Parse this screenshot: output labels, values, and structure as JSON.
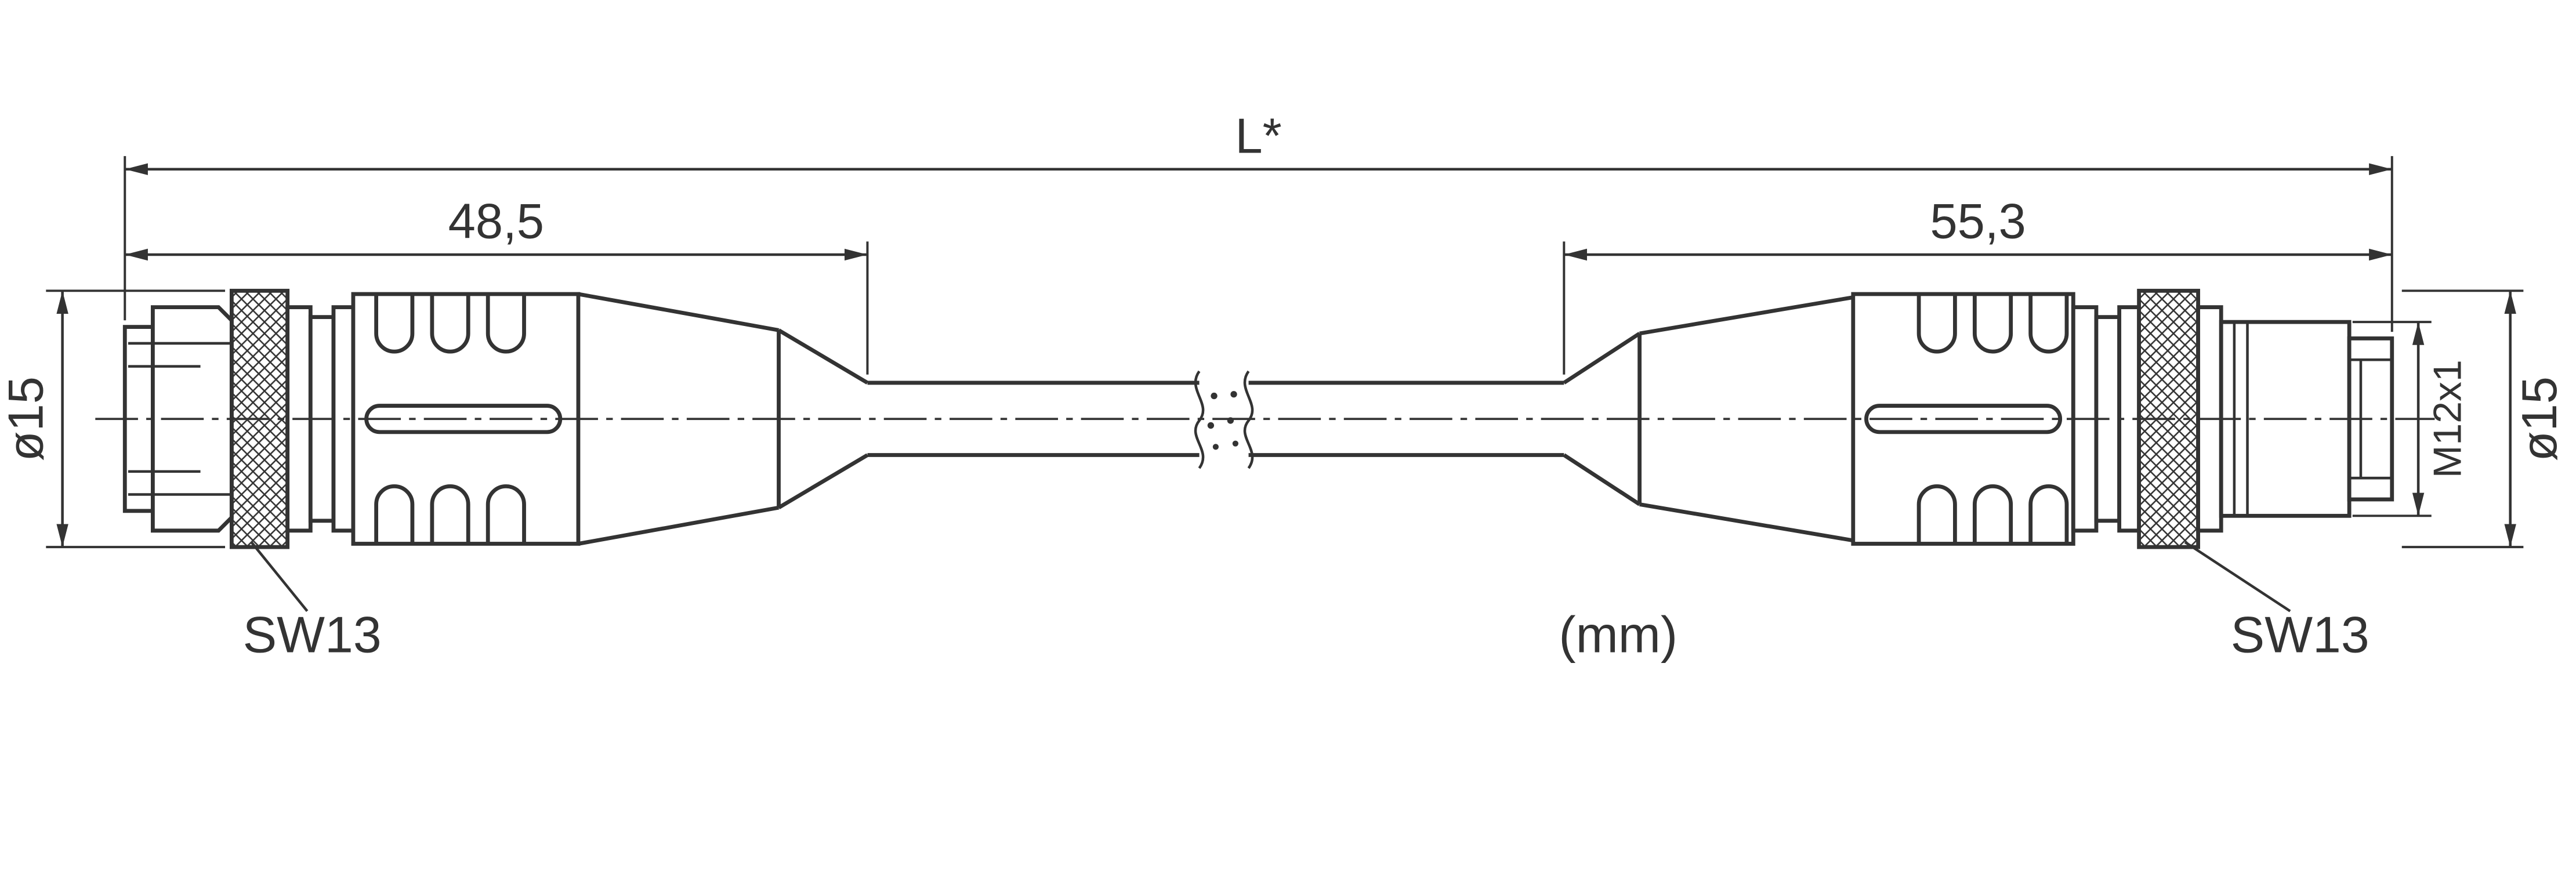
{
  "drawing": {
    "dimensions": {
      "overall_length": "L*",
      "left_connector_length": "48,5",
      "right_connector_length": "55,3",
      "left_diameter": "ø15",
      "right_diameter": "ø15",
      "thread_spec": "M12x1"
    },
    "annotations": {
      "left_wrench_size": "SW13",
      "right_wrench_size": "SW13",
      "unit_note": "(mm)"
    },
    "colors": {
      "line": "#333333",
      "background": "#ffffff"
    }
  }
}
